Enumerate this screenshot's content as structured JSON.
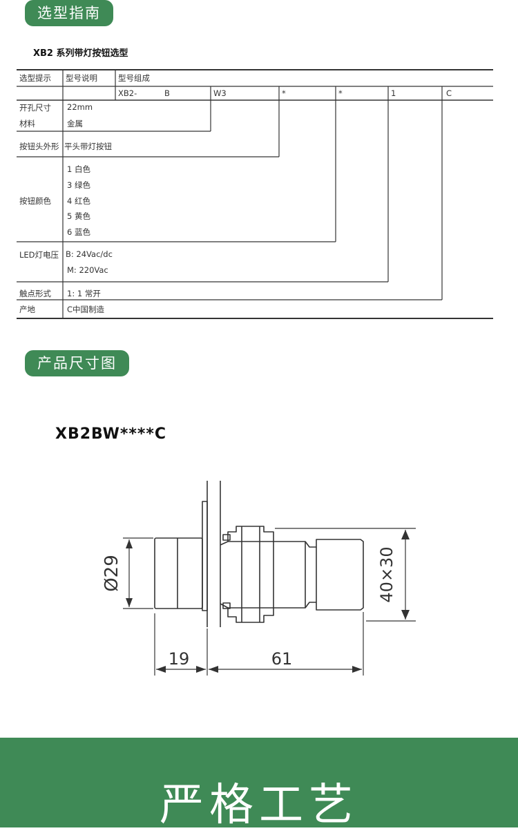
{
  "section1": {
    "title": "选型指南"
  },
  "table": {
    "title": "XB2 系列带灯按钮选型",
    "header": {
      "hint": "选型提示",
      "desc": "型号说明",
      "compose": "型号组成"
    },
    "code": {
      "prefix": "XB2-",
      "b": "B",
      "w3": "W3",
      "star1": "*",
      "star2": "*",
      "one": "1",
      "c": "C"
    },
    "rows": {
      "hole": {
        "label": "开孔尺寸",
        "value": "22mm"
      },
      "material": {
        "label": "材料",
        "value": "金属"
      },
      "head": {
        "label": "按钮头外形",
        "value": "平头带灯按钮"
      },
      "color": {
        "label": "按钮颜色",
        "values": [
          "1 白色",
          "3 绿色",
          "4 红色",
          "5 黄色",
          "6 蓝色"
        ]
      },
      "led": {
        "label": "LED灯电压",
        "values": [
          "B: 24Vac/dc",
          "M: 220Vac"
        ]
      },
      "contact": {
        "label": "触点形式",
        "value": "1: 1 常开"
      },
      "origin": {
        "label": "产地",
        "value": "C中国制造"
      }
    }
  },
  "section2": {
    "title": "产品尺寸图"
  },
  "drawing": {
    "model": "XB2BW****C",
    "dim_diameter": "Ø29",
    "dim_body": "40×30",
    "dim_head_length": "19",
    "dim_body_length": "61"
  },
  "footer": {
    "title": "严格工艺"
  }
}
